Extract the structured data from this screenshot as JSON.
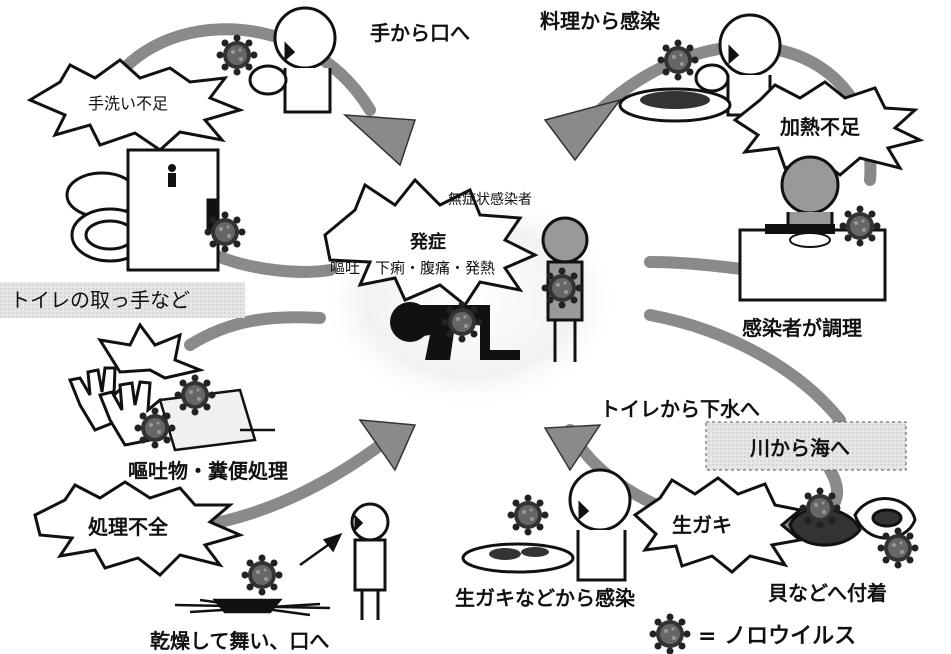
{
  "labels": {
    "hand_to_mouth": "手から口へ",
    "cooking_infection": "料理から感染",
    "no_handwash": "手洗い不足",
    "underheating": "加熱不足",
    "toilet_handle": "トイレの取っ手など",
    "infected_cooks": "感染者が調理",
    "asymptomatic": "無症状感染者",
    "onset": "発症",
    "symptoms": "嘔吐・下痢・腹痛・発熱",
    "vomit_handling": "嘔吐物・糞便処理",
    "improper_handling": "処理不全",
    "toilet_to_sewer": "トイレから下水へ",
    "river_to_sea": "川から海へ",
    "raw_oyster": "生ガキ",
    "oyster_infection": "生ガキなどから感染",
    "attach_shellfish": "貝などへ付着",
    "dry_airborne": "乾燥して舞い、口へ",
    "legend_text": "= ノロウイルス"
  },
  "colors": {
    "arrow_gray": "#8a8a8a",
    "box_gray": "#d9d9d9",
    "ink": "#111111"
  },
  "icons": [
    "norovirus-icon",
    "person-icon",
    "toilet-icon",
    "door-icon",
    "gloves-icon",
    "plate-icon",
    "oyster-icon"
  ]
}
